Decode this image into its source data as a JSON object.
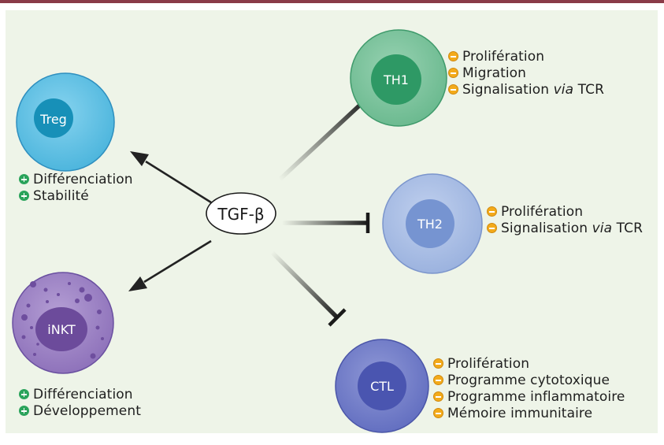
{
  "center_label": "TGF-β",
  "cells": {
    "treg": {
      "label": "Treg",
      "color": "#5bbfe3",
      "nucleus_color": "#1790b8"
    },
    "inkt": {
      "label": "iNKT",
      "color": "#9d82c4",
      "nucleus_color": "#6c4b9b"
    },
    "th1": {
      "label": "TH1",
      "color": "#7dc39d",
      "nucleus_color": "#2e9965"
    },
    "th2": {
      "label": "TH2",
      "color": "#a9bde3",
      "nucleus_color": "#7694d1"
    },
    "ctl": {
      "label": "CTL",
      "color": "#6d78c5",
      "nucleus_color": "#4a55b0"
    }
  },
  "effects": {
    "treg": {
      "sign": "+",
      "items": [
        "Différenciation",
        "Stabilité"
      ]
    },
    "inkt": {
      "sign": "+",
      "items": [
        "Différenciation",
        "Développement"
      ]
    },
    "th1": {
      "sign": "-",
      "items": [
        "Prolifération",
        "Migration"
      ],
      "last": {
        "pre": "Signalisation ",
        "em": "via",
        "post": " TCR"
      }
    },
    "th2": {
      "sign": "-",
      "items": [
        "Prolifération"
      ],
      "last": {
        "pre": "Signalisation ",
        "em": "via",
        "post": " TCR"
      }
    },
    "ctl": {
      "sign": "-",
      "items": [
        "Prolifération",
        "Programme cytotoxique",
        "Programme inflammatoire",
        "Mémoire immunitaire"
      ]
    }
  },
  "colors": {
    "frame_accent": "#8a3b48",
    "panel_bg": "#eef4e8",
    "promote_badge": "#2aa35b",
    "inhibit_badge": "#f3aa1a",
    "arrow": "#222222"
  },
  "icons": {
    "promote": "plus-badge-icon",
    "inhibit": "minus-badge-icon"
  }
}
